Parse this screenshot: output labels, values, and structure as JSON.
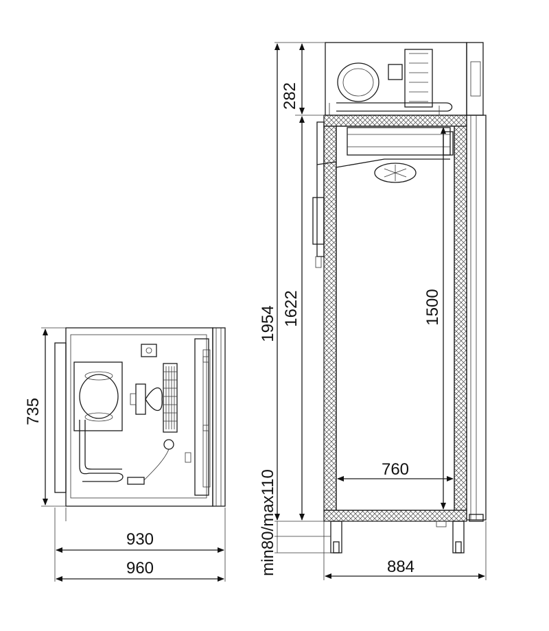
{
  "dimensions": {
    "side_height": "735",
    "depth_inner": "930",
    "depth_outer": "960",
    "total_height": "1954",
    "cabinet_height": "1622",
    "unit_height": "282",
    "inner_height": "1500",
    "inner_width": "760",
    "outer_width": "884",
    "legs": "min80/max110"
  }
}
